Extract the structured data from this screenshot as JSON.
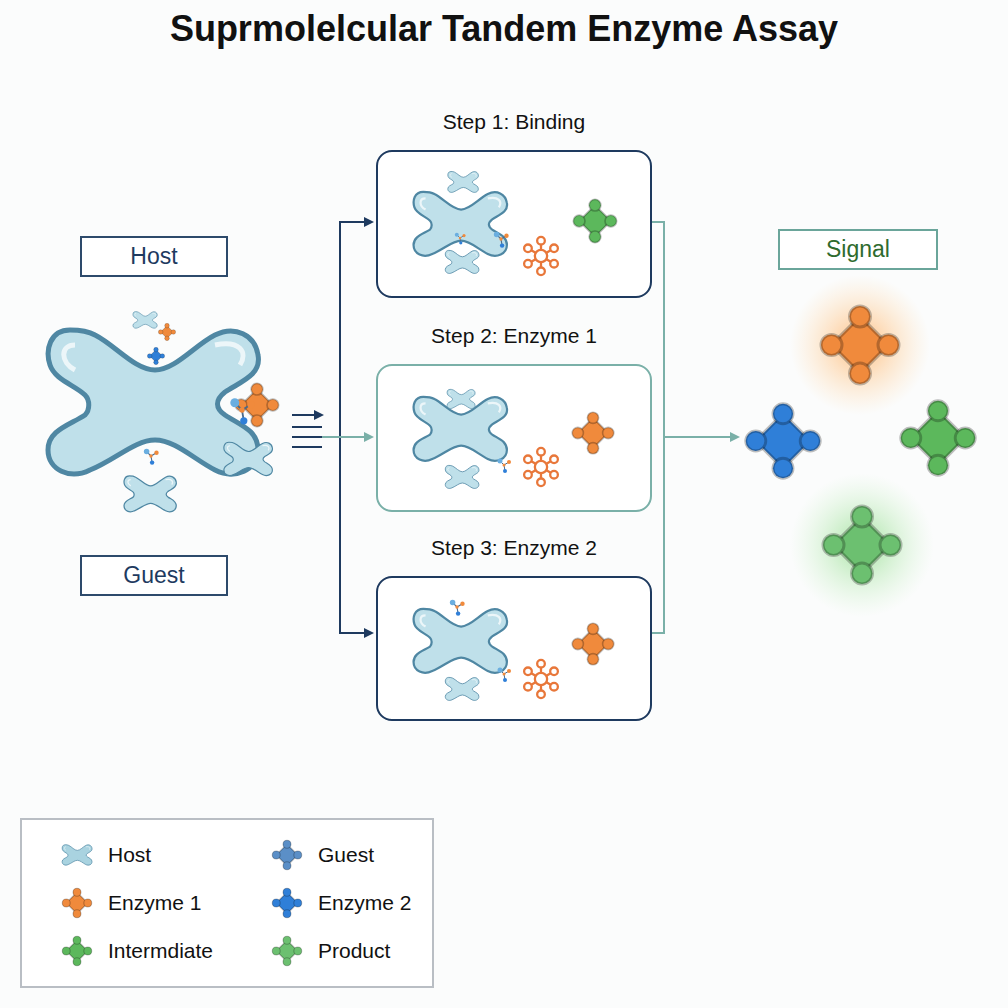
{
  "diagram": {
    "title": "Suprmolelcular Tandem Enzyme Assay",
    "nodes": [
      {
        "text": [
          "Host"
        ]
      },
      {
        "text": [
          "Guest"
        ]
      },
      {
        "text": [
          "Step 1: Binding"
        ]
      },
      {
        "text": [
          "Step 2: Enzyme 1"
        ]
      },
      {
        "text": [
          "Step 3: Enzyme 2"
        ]
      },
      {
        "text": [
          "Signal"
        ]
      }
    ],
    "legend": [
      {
        "text": "Host",
        "color": "#a9d3e0"
      },
      {
        "text": "Guest",
        "color": "#5b8fc7"
      },
      {
        "text": "Enzyme 1",
        "color": "#f08a3c"
      },
      {
        "text": "Enzyme 2",
        "color": "#2f7fd8"
      },
      {
        "text": "Intermdiate",
        "color": "#5cb85c"
      },
      {
        "text": "Product",
        "color": "#6cc070"
      }
    ]
  }
}
